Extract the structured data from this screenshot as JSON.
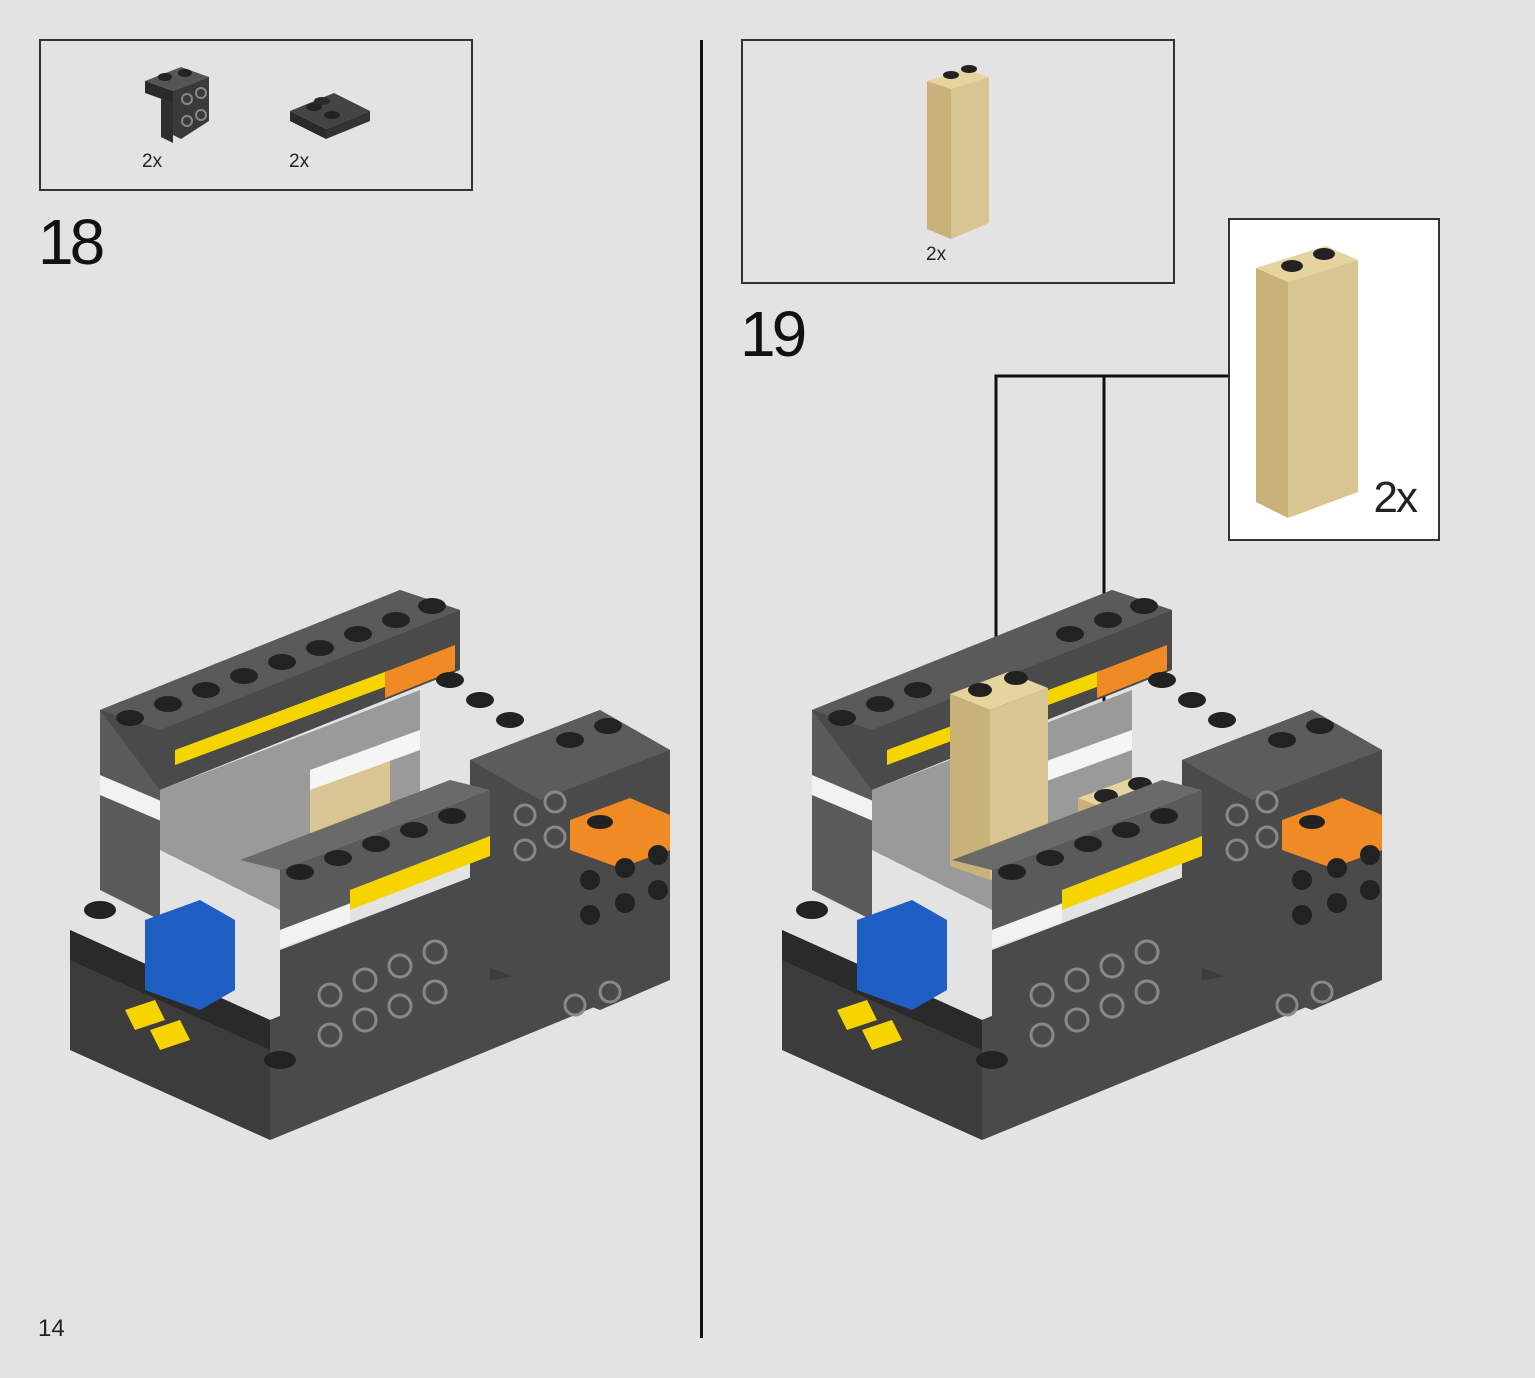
{
  "steps": [
    {
      "number": "18",
      "parts": [
        {
          "name": "dark-gray bracket 1x2-2x2",
          "qty": "2x"
        },
        {
          "name": "dark-gray plate 2x2",
          "qty": "2x"
        }
      ]
    },
    {
      "number": "19",
      "parts": [
        {
          "name": "tan brick 1x2x5",
          "qty": "2x"
        }
      ],
      "callout": {
        "qty": "2x"
      }
    }
  ],
  "page_number": "14",
  "colors": {
    "background": "#e3e3e3",
    "dark_gray": "#4a4a4a",
    "black": "#222222",
    "tan": "#d9c591",
    "yellow": "#f5d400",
    "orange": "#f08a24",
    "blue": "#1f5fc4"
  }
}
